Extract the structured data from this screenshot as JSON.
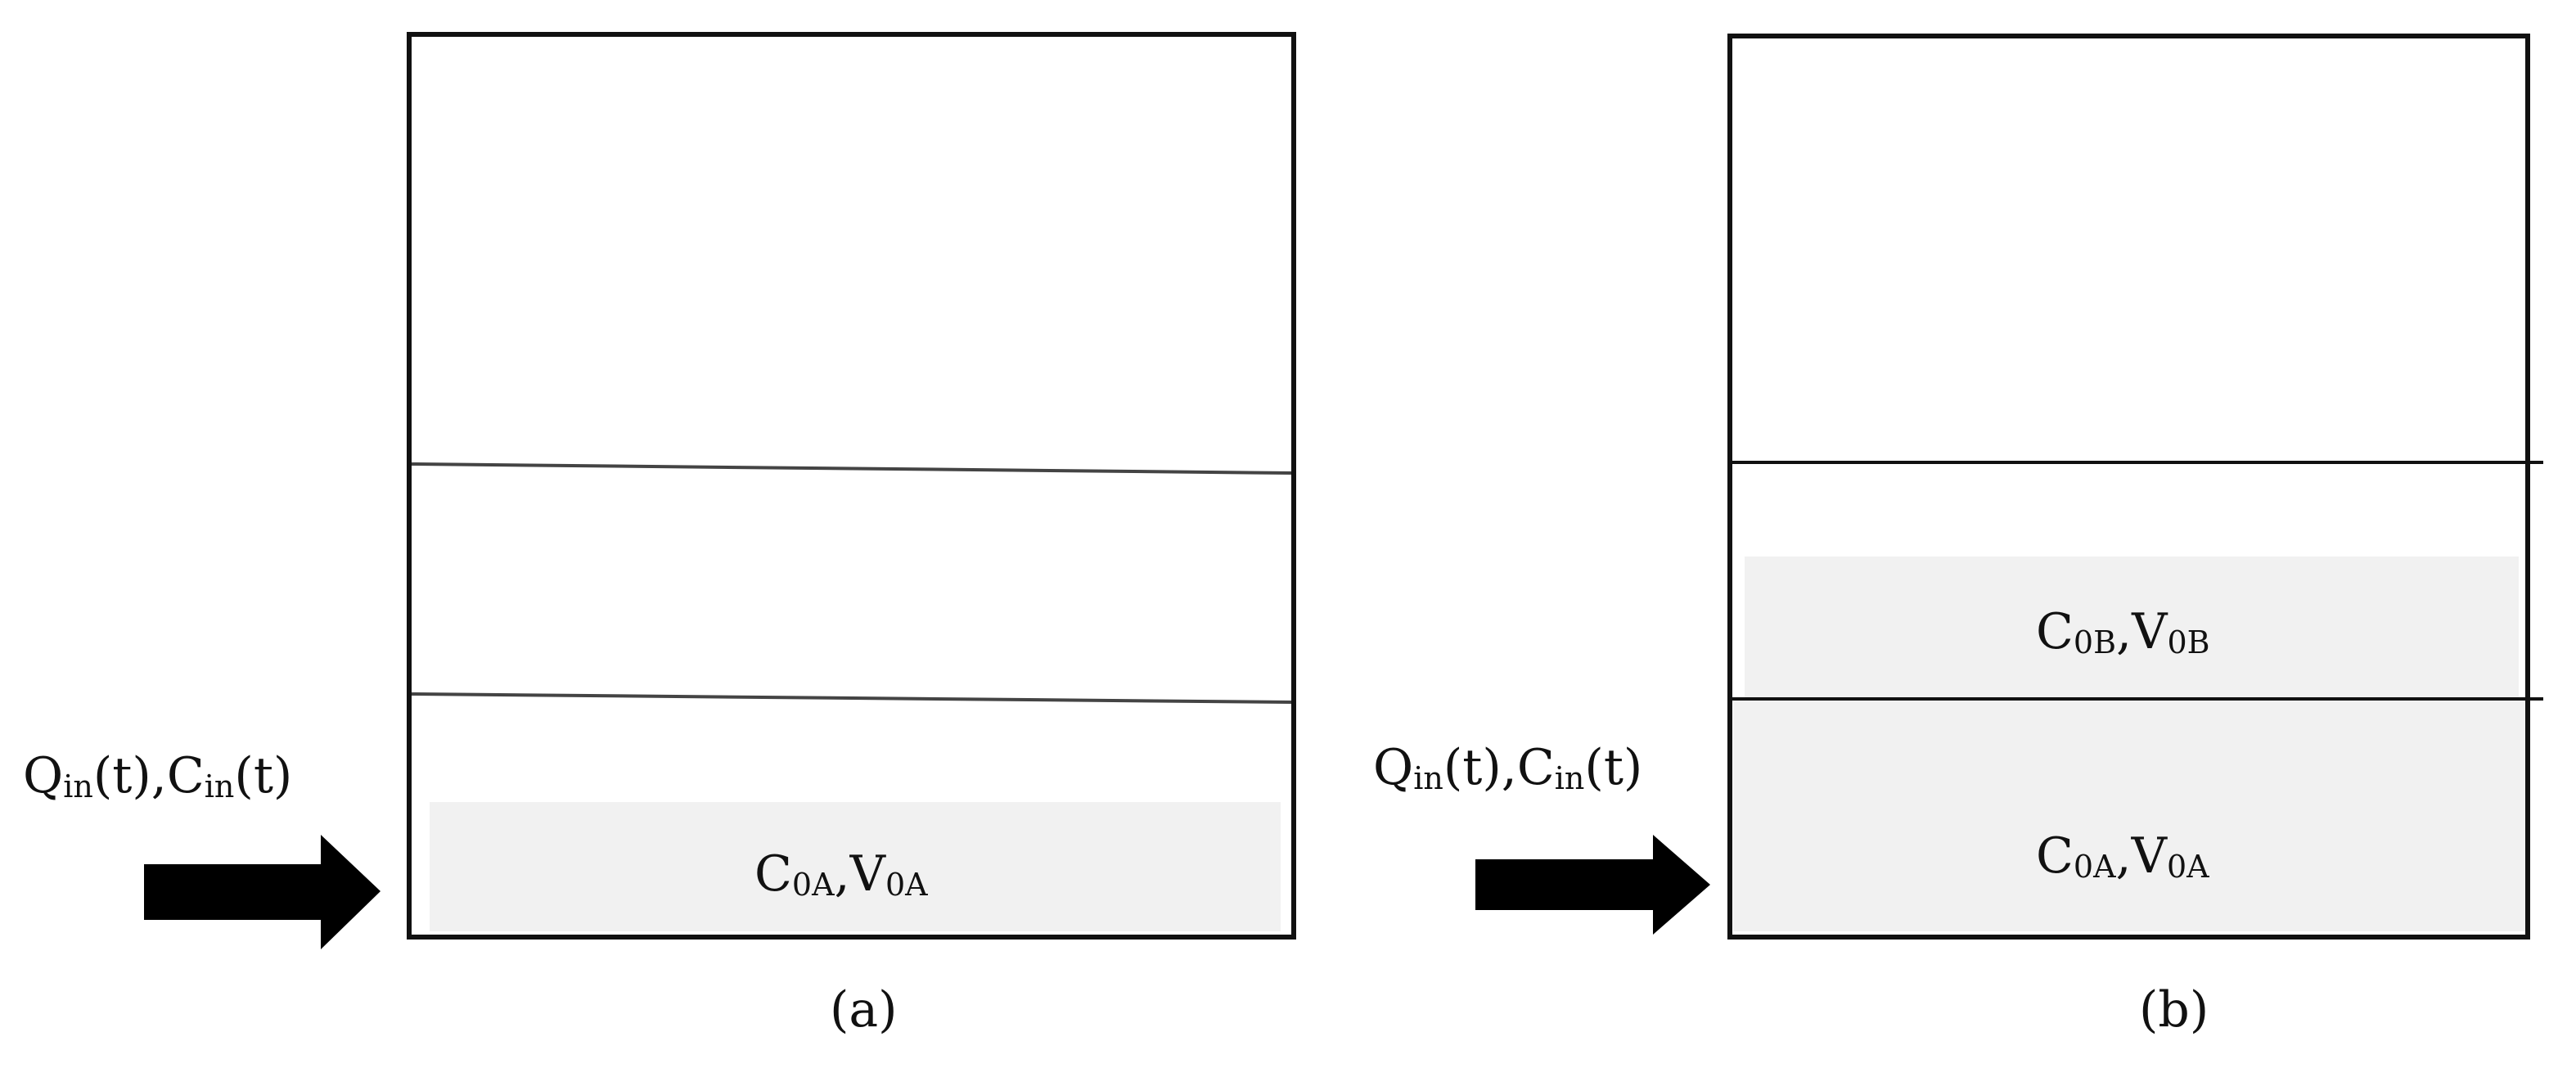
{
  "panel_a": {
    "flow_label": {
      "q_main": "Q",
      "q_sub": "in",
      "q_arg": "(t),",
      "c_main": "C",
      "c_sub": "in",
      "c_arg": "(t)"
    },
    "layer_label": {
      "c_main": "C",
      "c_sub": "0A",
      "sep": ",",
      "v_main": "V",
      "v_sub": "0A"
    },
    "caption": "(a)"
  },
  "panel_b": {
    "flow_label": {
      "q_main": "Q",
      "q_sub": "in",
      "q_arg": "(t),",
      "c_main": "C",
      "c_sub": "in",
      "c_arg": "(t)"
    },
    "layer_b_label": {
      "c_main": "C",
      "c_sub": "0B",
      "sep": ",",
      "v_main": "V",
      "v_sub": "0B"
    },
    "layer_a_label": {
      "c_main": "C",
      "c_sub": "0A",
      "sep": ",",
      "v_main": "V",
      "v_sub": "0A"
    },
    "caption": "(b)"
  },
  "colors": {
    "outline": "#111111",
    "fill": "#f1f1f1",
    "arrow": "#000000"
  }
}
